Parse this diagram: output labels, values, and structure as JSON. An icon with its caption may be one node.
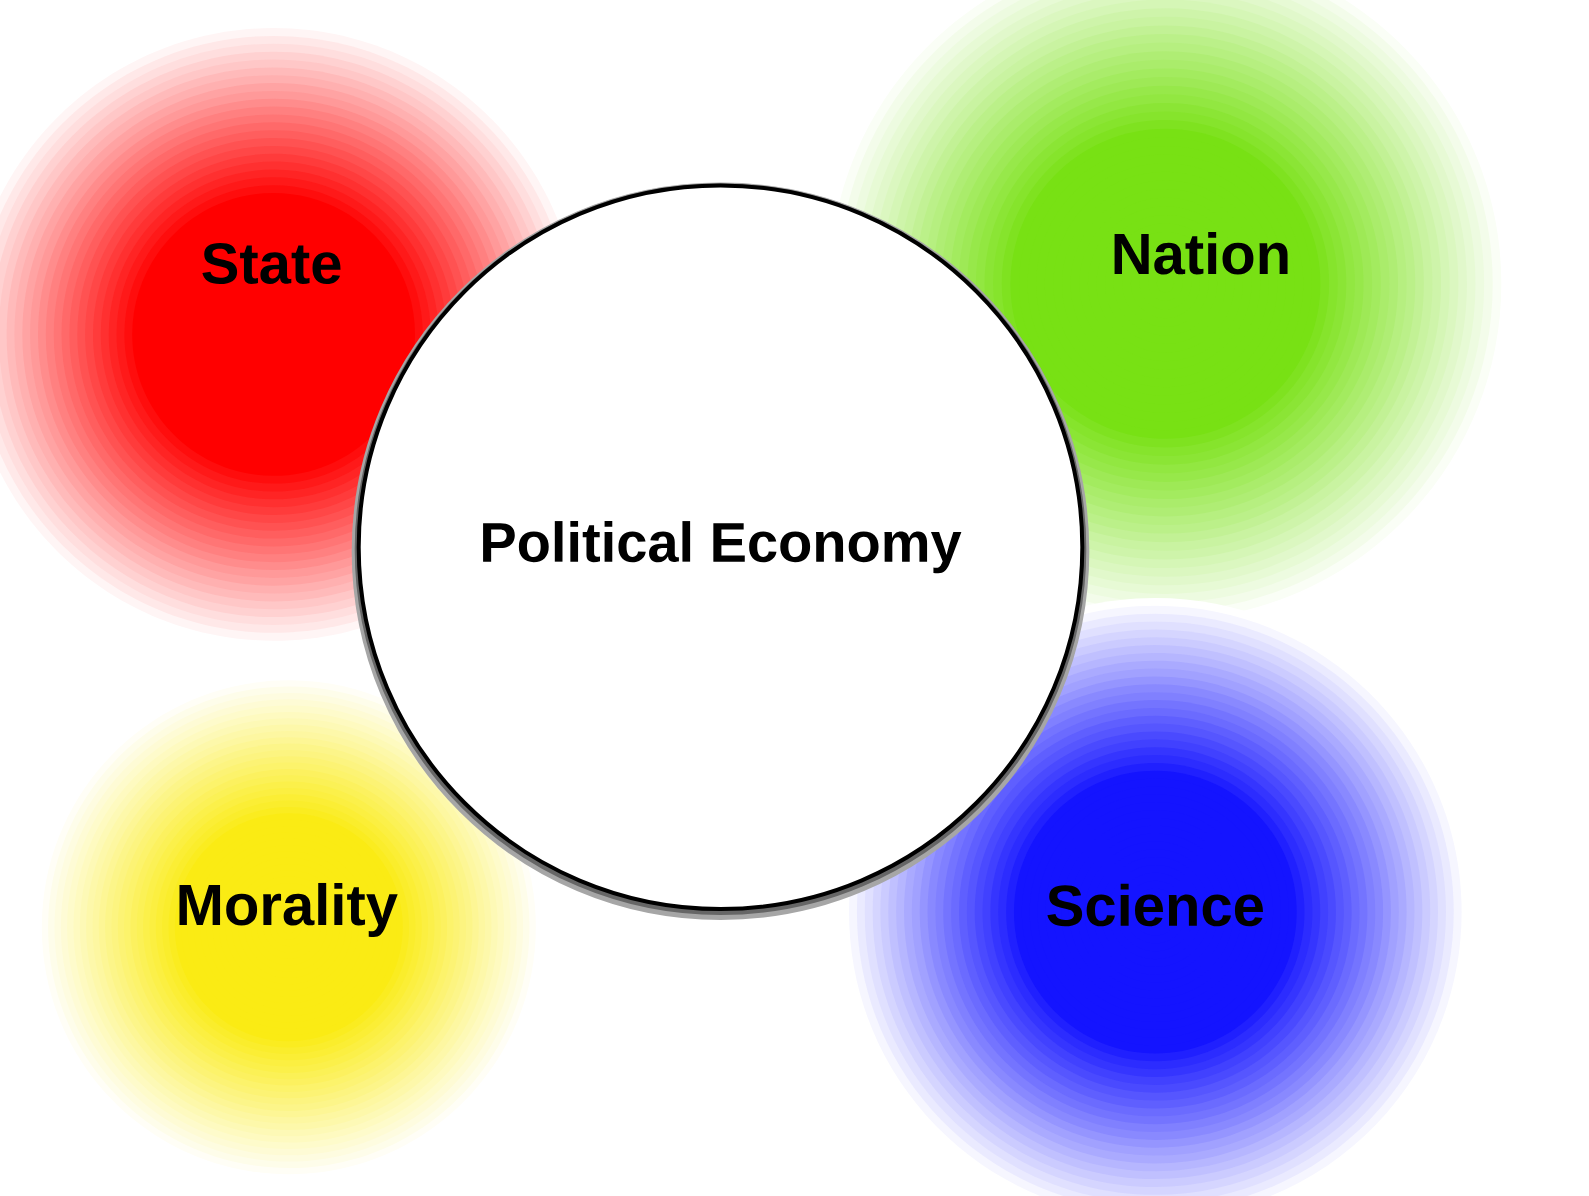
{
  "diagram": {
    "nodes": [
      {
        "text": [
          "State"
        ]
      },
      {
        "text": [
          "Nation"
        ]
      },
      {
        "text": [
          "Political Economy"
        ]
      },
      {
        "text": [
          "Morality"
        ]
      },
      {
        "text": [
          "Science"
        ]
      }
    ]
  }
}
